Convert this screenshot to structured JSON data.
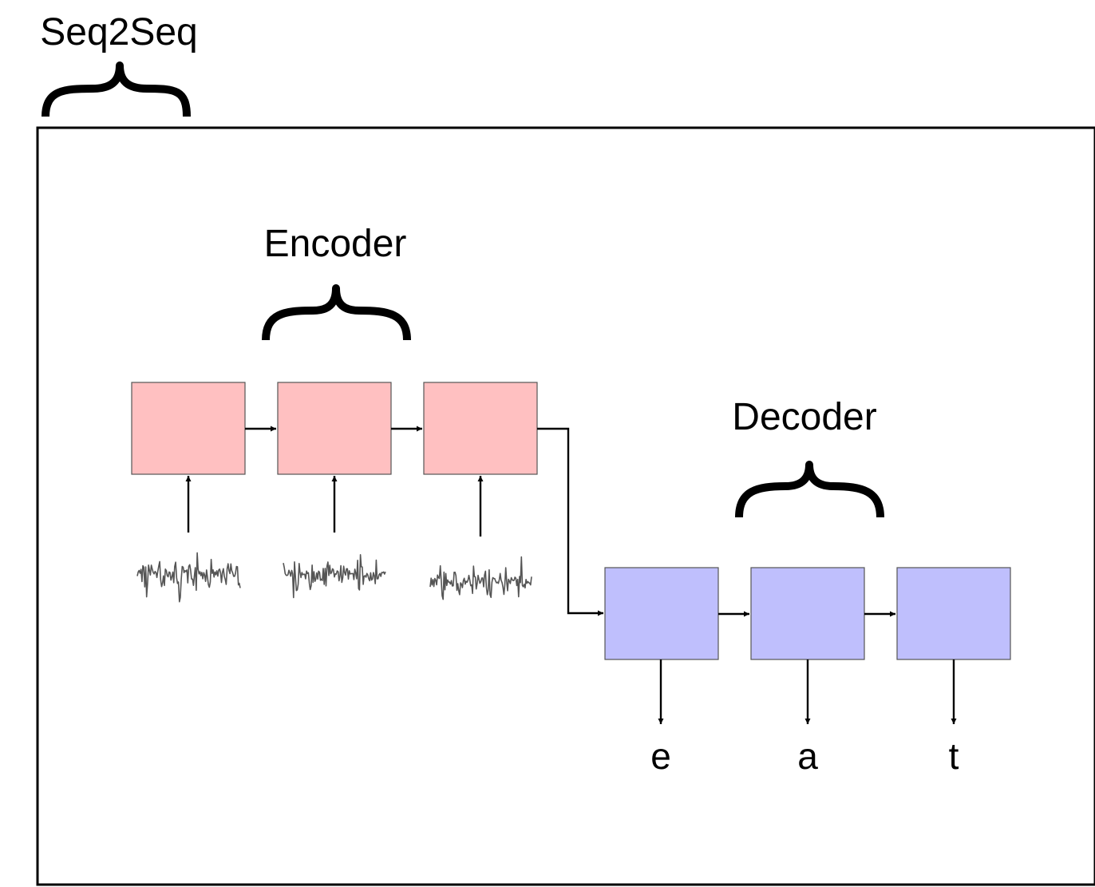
{
  "labels": {
    "outer": "Seq2Seq",
    "encoder": "Encoder",
    "decoder": "Decoder"
  },
  "outputs": [
    "e",
    "a",
    "t"
  ],
  "colors": {
    "encoder_fill": "#ffc0c1",
    "decoder_fill": "#bfbffd",
    "line": "#000000",
    "waveform": "#555555"
  }
}
